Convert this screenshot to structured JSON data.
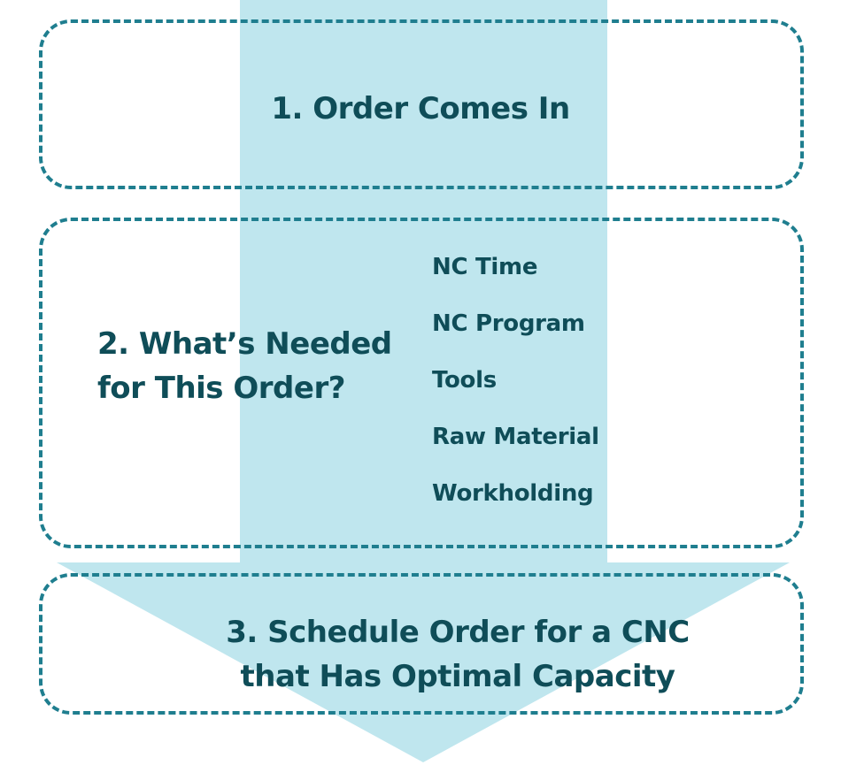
{
  "steps": {
    "step1": {
      "label": "1. Order Comes In"
    },
    "step2": {
      "line1": "2. What’s Needed",
      "line2": "for This Order?",
      "items": [
        "NC Time",
        "NC Program",
        "Tools",
        "Raw Material",
        "Workholding"
      ]
    },
    "step3": {
      "line1": "3. Schedule Order for a CNC",
      "line2": "that Has Optimal Capacity"
    }
  },
  "colors": {
    "arrow_fill": "#bfe6ee",
    "border": "#1f7e8f",
    "text": "#0f4d58"
  }
}
